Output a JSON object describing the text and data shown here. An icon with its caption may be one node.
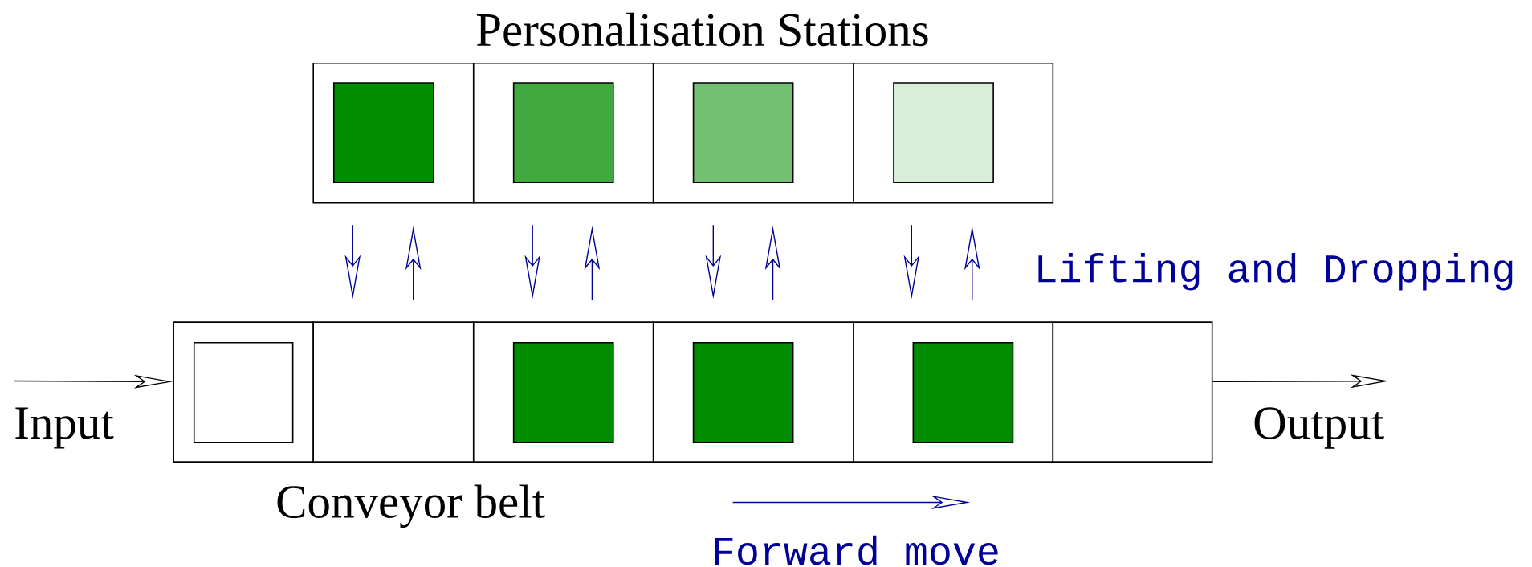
{
  "diagram": {
    "title": "Personalisation Stations",
    "nodes": [
      {
        "text": [],
        "shape": "box"
      },
      {
        "text": [],
        "shape": "box"
      },
      {
        "text": [],
        "shape": "box"
      },
      {
        "text": [],
        "shape": "box"
      },
      {
        "text": [],
        "shape": "box",
        "in": 0
      },
      {
        "text": [],
        "shape": "box",
        "in": 1
      },
      {
        "text": [],
        "shape": "box",
        "in": 2
      },
      {
        "text": [],
        "shape": "box",
        "in": 3
      },
      {
        "text": [],
        "shape": "box"
      },
      {
        "text": [],
        "shape": "box"
      },
      {
        "text": [],
        "shape": "box"
      },
      {
        "text": [],
        "shape": "box"
      },
      {
        "text": [],
        "shape": "box"
      },
      {
        "text": [],
        "shape": "box"
      },
      {
        "text": [],
        "shape": "box",
        "in": 8
      },
      {
        "text": [],
        "shape": "box",
        "in": 10
      },
      {
        "text": [],
        "shape": "box",
        "in": 11
      },
      {
        "text": [],
        "shape": "box",
        "in": 12
      }
    ],
    "edges": [
      {
        "from": 0,
        "to": 9,
        "arrow": "to"
      },
      {
        "from": 9,
        "to": 0,
        "arrow": "to"
      },
      {
        "from": 1,
        "to": 10,
        "arrow": "to"
      },
      {
        "from": 10,
        "to": 1,
        "arrow": "to"
      },
      {
        "from": 2,
        "to": 11,
        "arrow": "to"
      },
      {
        "from": 11,
        "to": 2,
        "arrow": "to"
      },
      {
        "from": 3,
        "to": 12,
        "arrow": "to"
      },
      {
        "from": 12,
        "to": 3,
        "arrow": "to"
      },
      {
        "from": null,
        "to": 8,
        "arrow": "to",
        "label": "Input",
        "color": "#000000"
      },
      {
        "from": 13,
        "to": null,
        "arrow": "to",
        "label": "Output",
        "color": "#000000"
      }
    ],
    "labels": [
      "Lifting and Dropping",
      "Conveyor belt",
      "Forward move"
    ]
  }
}
